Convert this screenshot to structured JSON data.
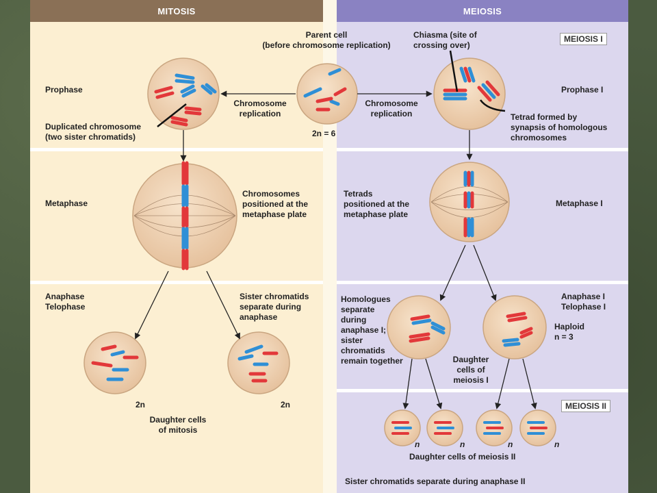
{
  "headers": {
    "mitosis": "MITOSIS",
    "meiosis": "MEIOSIS"
  },
  "boxes": {
    "meiosis1": "MEIOSIS I",
    "meiosis2": "MEIOSIS II"
  },
  "parent": {
    "line1": "Parent cell",
    "line2": "(before chromosome replication)",
    "ploidy": "2n = 6"
  },
  "chiasma": {
    "line1": "Chiasma (site of",
    "line2": "crossing over)"
  },
  "stages": {
    "prophase": "Prophase",
    "metaphase": "Metaphase",
    "anaphase": "Anaphase",
    "telophase": "Telophase",
    "prophase1": "Prophase I",
    "metaphase1": "Metaphase I",
    "anaphase1": "Anaphase I",
    "telophase1": "Telophase I"
  },
  "replication": {
    "left1": "Chromosome",
    "left2": "replication",
    "right1": "Chromosome",
    "right2": "replication"
  },
  "dup": {
    "line1": "Duplicated chromosome",
    "line2": "(two sister chromatids)"
  },
  "tetrad": {
    "line1": "Tetrad formed by",
    "line2": "synapsis of homologous",
    "line3": "chromosomes"
  },
  "chrom_pos": {
    "line1": "Chromosomes",
    "line2": "positioned at the",
    "line3": "metaphase plate"
  },
  "tetrads_pos": {
    "line1": "Tetrads",
    "line2": "positioned at the",
    "line3": "metaphase plate"
  },
  "sister_sep": {
    "line1": "Sister chromatids",
    "line2": "separate during",
    "line3": "anaphase"
  },
  "homologues": {
    "l1": "Homologues",
    "l2": "separate",
    "l3": "during",
    "l4": "anaphase I;",
    "l5": "sister",
    "l6": "chromatids",
    "l7": "remain together"
  },
  "haploid": {
    "line1": "Haploid",
    "line2": "n = 3"
  },
  "daughter1": {
    "line1": "Daughter",
    "line2": "cells of",
    "line3": "meiosis I"
  },
  "mit_daughters": {
    "line1": "Daughter cells",
    "line2": "of mitosis",
    "ploidy_left": "2n",
    "ploidy_right": "2n"
  },
  "mei2": {
    "daughters": "Daughter cells of meiosis II",
    "bottom": "Sister chromatids separate during anaphase II",
    "n": "n"
  },
  "colors": {
    "red": "#e2383a",
    "blue": "#2f8fd6",
    "cell": "#efd3b3"
  }
}
